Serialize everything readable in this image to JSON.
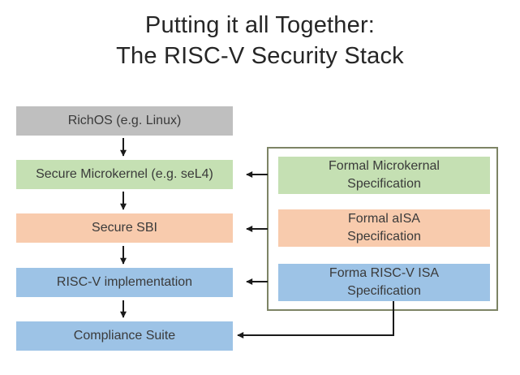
{
  "title": {
    "line1": "Putting it all Together:",
    "line2": "The RISC-V Security Stack"
  },
  "stack": {
    "items": [
      {
        "label": "RichOS (e.g. Linux)",
        "color": "#bfbfbf"
      },
      {
        "label": "Secure Microkernel (e.g. seL4)",
        "color": "#c5e0b3"
      },
      {
        "label": "Secure SBI",
        "color": "#f8cbad"
      },
      {
        "label": "RISC-V implementation",
        "color": "#9dc3e6"
      },
      {
        "label": "Compliance Suite",
        "color": "#9dc3e6"
      }
    ]
  },
  "specs": {
    "frame_border_color": "#7d8465",
    "items": [
      {
        "line1": "Formal Microkernal",
        "line2": "Specification",
        "color": "#c5e0b3"
      },
      {
        "line1": "Formal aISA",
        "line2": "Specification",
        "color": "#f8cbad"
      },
      {
        "line1": "Forma RISC-V ISA",
        "line2": "Specification",
        "color": "#9dc3e6"
      }
    ]
  },
  "connections": {
    "arrow_color": "#1a1a1a",
    "links": [
      {
        "from": "RichOS (e.g. Linux)",
        "to": "Secure Microkernel (e.g. seL4)",
        "direction": "down"
      },
      {
        "from": "Secure Microkernel (e.g. seL4)",
        "to": "Secure SBI",
        "direction": "down"
      },
      {
        "from": "Secure SBI",
        "to": "RISC-V implementation",
        "direction": "down"
      },
      {
        "from": "RISC-V implementation",
        "to": "Compliance Suite",
        "direction": "down"
      },
      {
        "from": "Formal Microkernal Specification",
        "to": "Secure Microkernel (e.g. seL4)",
        "direction": "left"
      },
      {
        "from": "Formal aISA Specification",
        "to": "Secure SBI",
        "direction": "left"
      },
      {
        "from": "Forma RISC-V ISA Specification",
        "to": "RISC-V implementation",
        "direction": "left"
      },
      {
        "from": "Forma RISC-V ISA Specification",
        "to": "Compliance Suite",
        "direction": "elbow-down-left"
      }
    ]
  }
}
